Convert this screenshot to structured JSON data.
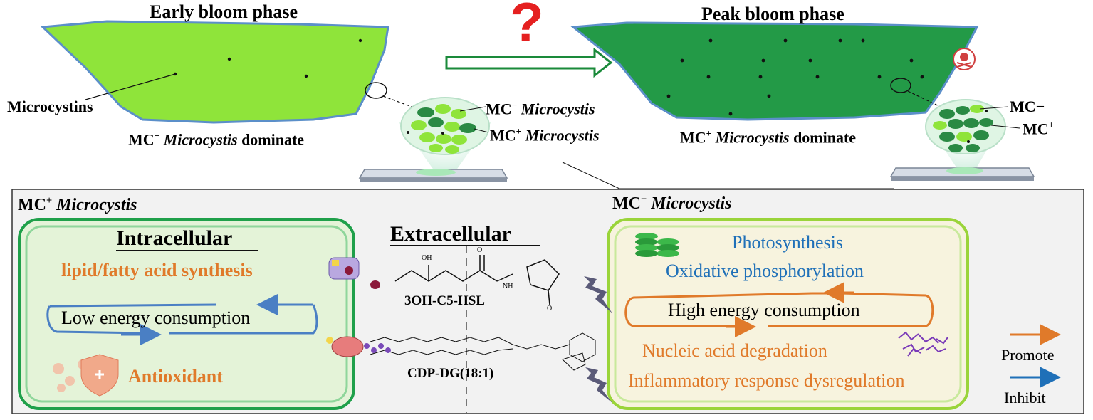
{
  "top": {
    "early_title": "Early bloom phase",
    "peak_title": "Peak bloom phase",
    "question_mark": "?",
    "microcystins_label": "Microcystins",
    "early_dominate": {
      "prefix": "MC",
      "sign": "−",
      "italic": "Microcystis",
      "suffix": "dominate"
    },
    "peak_dominate": {
      "prefix": "MC",
      "sign": "+",
      "italic": "Microcystis",
      "suffix": "dominate"
    },
    "inset_left": {
      "minus": {
        "prefix": "MC",
        "sign": "−",
        "italic": "Microcystis"
      },
      "plus": {
        "prefix": "MC",
        "sign": "+",
        "italic": "Microcystis"
      }
    },
    "inset_right": {
      "minus": "MC−",
      "plus_prefix": "MC",
      "plus_sign": "+"
    }
  },
  "panel": {
    "left_heading": {
      "prefix": "MC",
      "sign": "+",
      "italic": "Microcystis"
    },
    "right_heading": {
      "prefix": "MC",
      "sign": "−",
      "italic": "Microcystis"
    },
    "intracellular": "Intracellular",
    "lipid": "lipid/fatty acid synthesis",
    "low_energy": "Low energy consumption",
    "antioxidant": "Antioxidant",
    "extracellular": "Extracellular",
    "hsl_name": "3OH-C5-HSL",
    "cdp_name": "CDP-DG(18:1)",
    "photosynthesis": "Photosynthesis",
    "oxphos": "Oxidative phosphorylation",
    "high_energy": "High energy consumption",
    "nucleic": "Nucleic acid degradation",
    "inflammatory": "Inflammatory response dysregulation",
    "legend_promote": "Promote",
    "legend_inhibit": "Inhibit",
    "chem_oh": "OH",
    "chem_o": "O",
    "chem_n": "N",
    "chem_h": "H"
  },
  "colors": {
    "early_water": "#8fe43a",
    "peak_water": "#239a47",
    "panel_bg": "#f2f2f2",
    "left_box_border": "#1fa04a",
    "left_box_fill": "#e4f3d8",
    "right_box_border": "#9ad43a",
    "right_box_fill": "#f7f3de",
    "promote": "#e07a2a",
    "inhibit": "#1f70b8",
    "loop_blue": "#4a7fc4",
    "arrow_green": "#1a8a3a"
  },
  "icons": [
    "question-mark-icon",
    "skull-crossbones-icon",
    "microscope-slide-icon",
    "membrane-transporter-icon",
    "shield-icon",
    "chloroplast-stack-icon",
    "dna-fragments-icon",
    "lightning-icon"
  ]
}
